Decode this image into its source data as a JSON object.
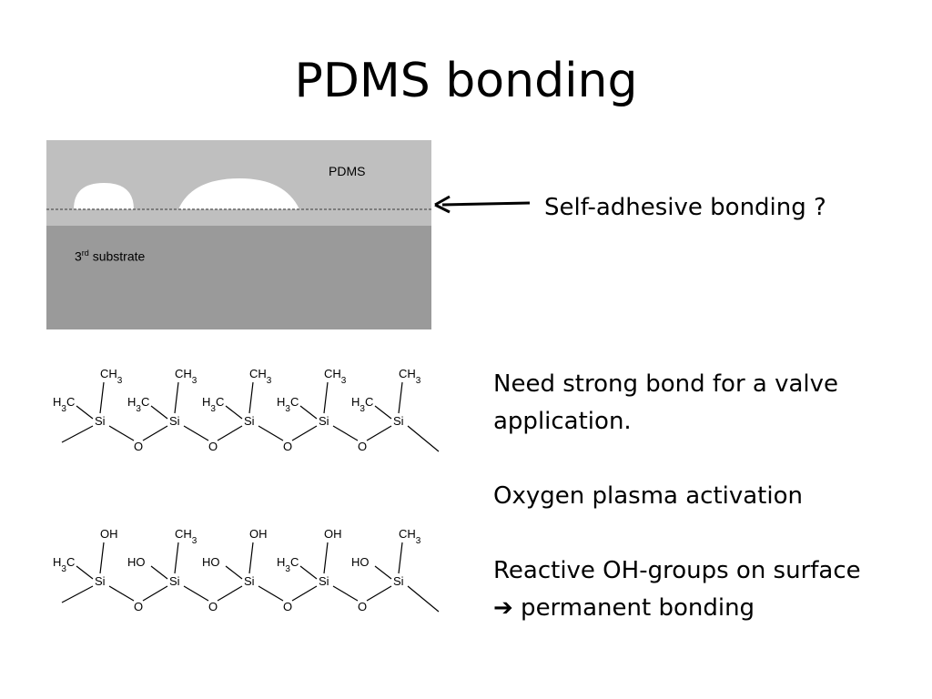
{
  "title": "PDMS bonding",
  "diagram": {
    "pdms_label": "PDMS",
    "substrate_label_prefix": "3",
    "substrate_label_sup": "rd",
    "substrate_label_suffix": " substrate",
    "colors": {
      "pdms": "#bfbfbf",
      "substrate": "#9a9a9a",
      "void": "#ffffff",
      "interface": "#666666"
    }
  },
  "arrow_label": "Self-adhesive bonding ?",
  "bullets": {
    "line1": "Need strong bond for a valve",
    "line2": "application.",
    "line3": "Oxygen plasma activation",
    "line4": "Reactive OH-groups on surface",
    "arrow_glyph": "➔",
    "line5": " permanent bonding"
  },
  "molecule_before": {
    "top_groups": [
      "CH3",
      "CH3",
      "CH3",
      "CH3",
      "CH3"
    ],
    "side_groups": [
      "H3C",
      "H3C",
      "H3C",
      "H3C",
      "H3C"
    ],
    "atom": "Si",
    "bridge": "O"
  },
  "molecule_after": {
    "top_groups": [
      "OH",
      "CH3",
      "OH",
      "OH",
      "CH3"
    ],
    "side_groups": [
      "H3C",
      "HO",
      "HO",
      "H3C",
      "HO"
    ],
    "atom": "Si",
    "bridge": "O"
  }
}
